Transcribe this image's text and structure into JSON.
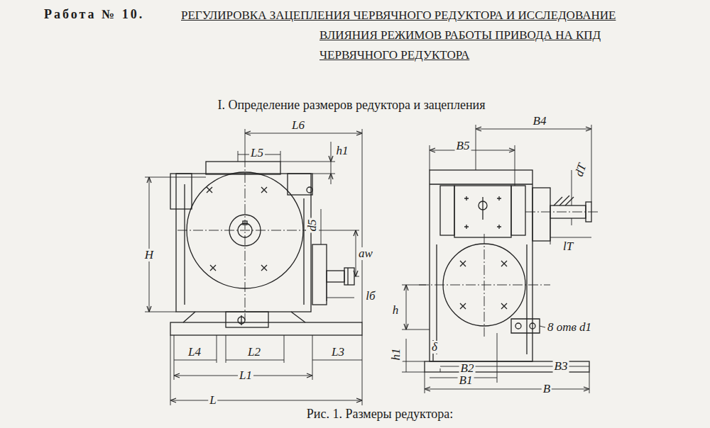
{
  "diagram": {
    "title": "РЕГУЛИРОВКА ЗАЦЕПЛЕНИЯ ЧЕРВЯЧНОГО РЕДУКТОРА И ИССЛЕДОВАНИЕ ВЛИЯНИЯ РЕЖИМОВ РАБОТЫ ПРИВОДА НА КПД ЧЕРВЯЧНОГО РЕДУКТОРА",
    "caption": "Рис. 1. Размеры редуктора:",
    "labels": [
      "Работа № 10.",
      "I. Определение размеров редуктора и зацепления",
      "L6",
      "B4",
      "L5",
      "h1",
      "B5",
      "dT",
      "H",
      "d5",
      "lT",
      "aw",
      "lб",
      "h",
      "8 отв d1",
      "δ",
      "h1",
      "L4",
      "L2",
      "L3",
      "B2",
      "B3",
      "L1",
      "B1",
      "L",
      "B"
    ]
  }
}
